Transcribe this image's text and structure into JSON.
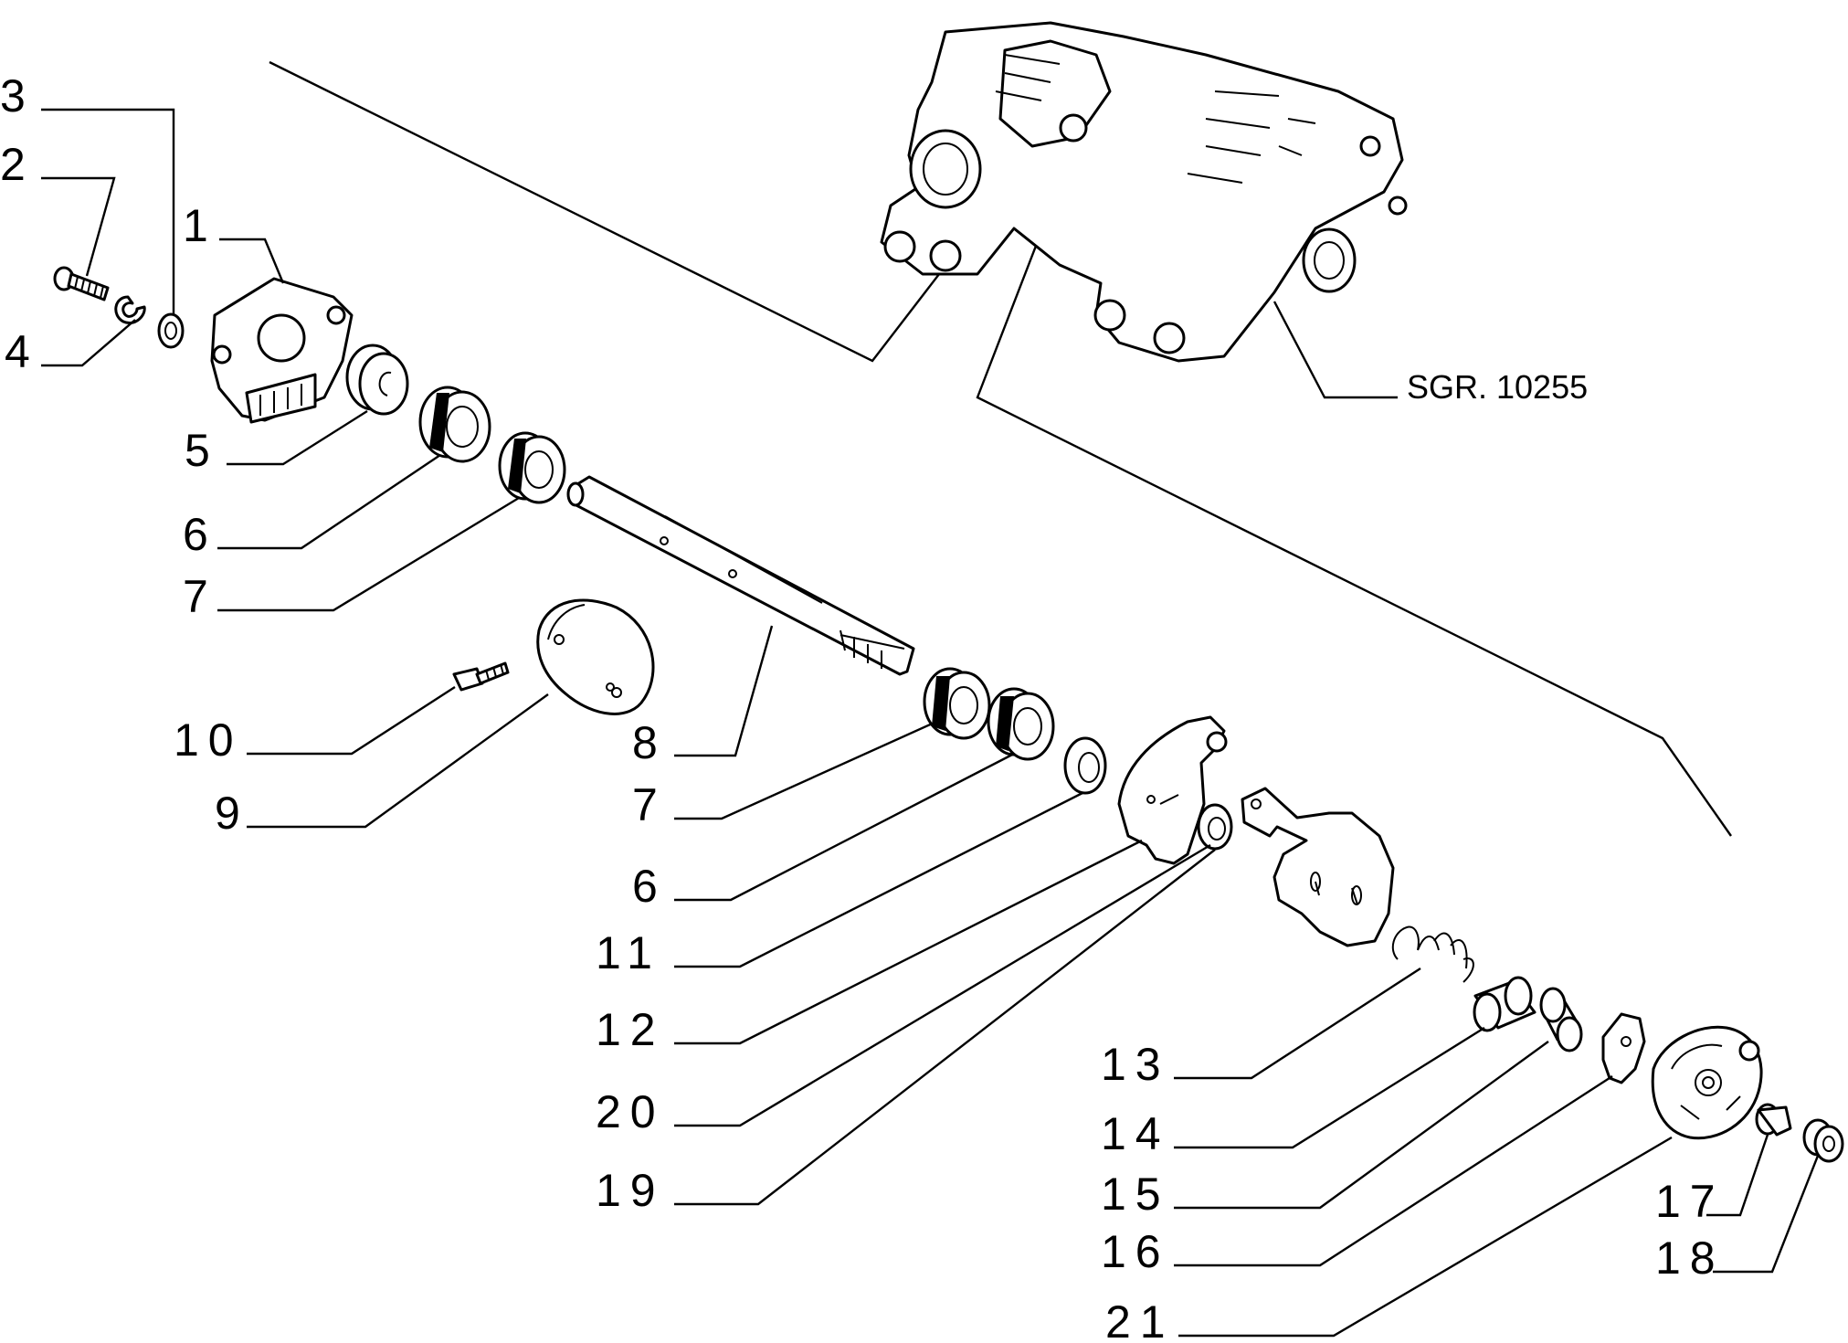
{
  "reference": "SGR. 10255",
  "callouts": [
    "1",
    "2",
    "3",
    "4",
    "5",
    "6",
    "7",
    "8",
    "7",
    "6",
    "9",
    "10",
    "11",
    "12",
    "13",
    "14",
    "15",
    "16",
    "17",
    "18",
    "19",
    "20",
    "21"
  ]
}
